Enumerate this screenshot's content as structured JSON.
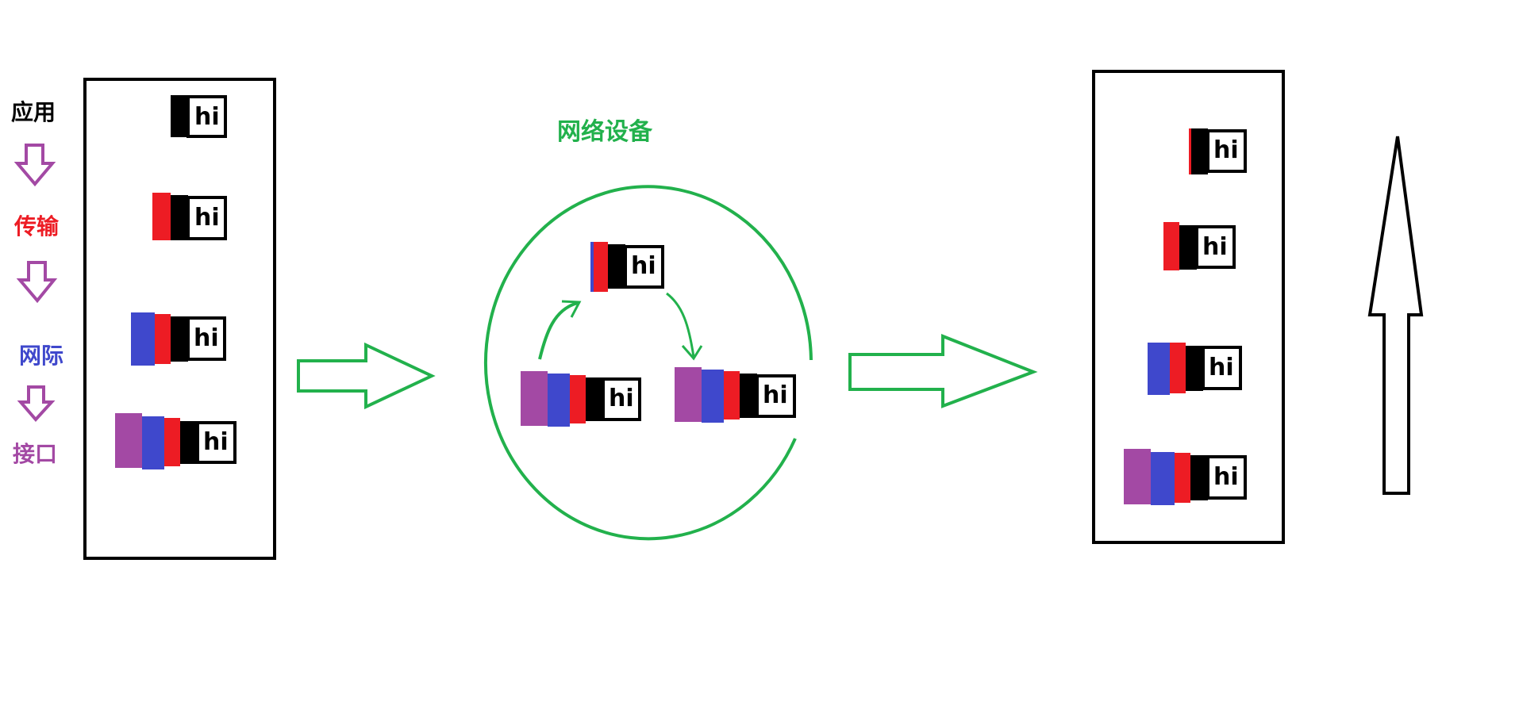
{
  "colors": {
    "application": "#000000",
    "transport": "#ed1c24",
    "network": "#3f48cc",
    "link": "#a349a4",
    "device_green": "#22b14c",
    "arrow_purple": "#a349a4",
    "outline": "#000000"
  },
  "layers": {
    "application": "应用",
    "transport": "传输",
    "network": "网际",
    "link": "接口"
  },
  "network_device": {
    "label": "网络设备"
  },
  "packet_text": "hi"
}
